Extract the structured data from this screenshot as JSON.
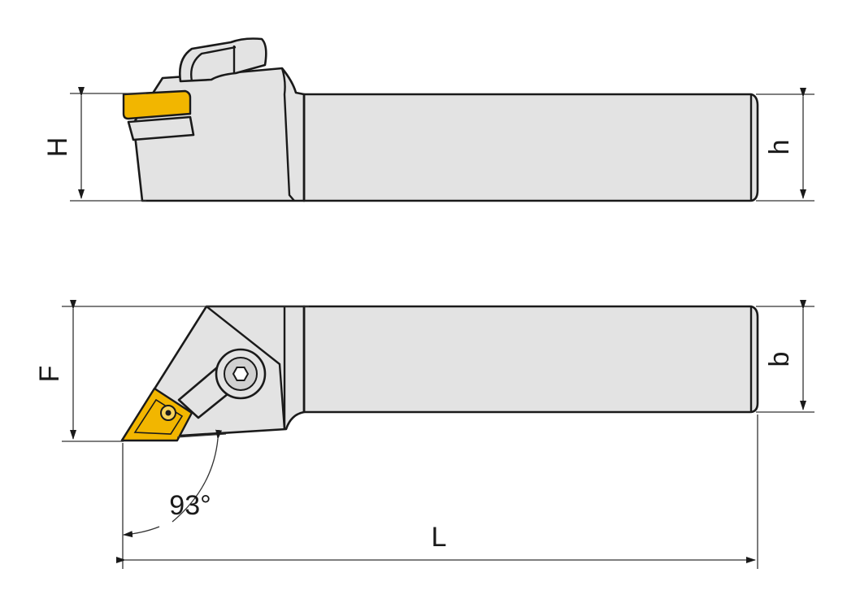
{
  "labels": {
    "H": "H",
    "h": "h",
    "F": "F",
    "b": "b",
    "L": "L",
    "angle": "93°"
  },
  "colors": {
    "tool_body": "#e3e3e3",
    "insert": "#f2b600",
    "outline": "#1a1a1a",
    "dimension_lines": "#333333"
  },
  "views": [
    "side-view",
    "top-view"
  ]
}
